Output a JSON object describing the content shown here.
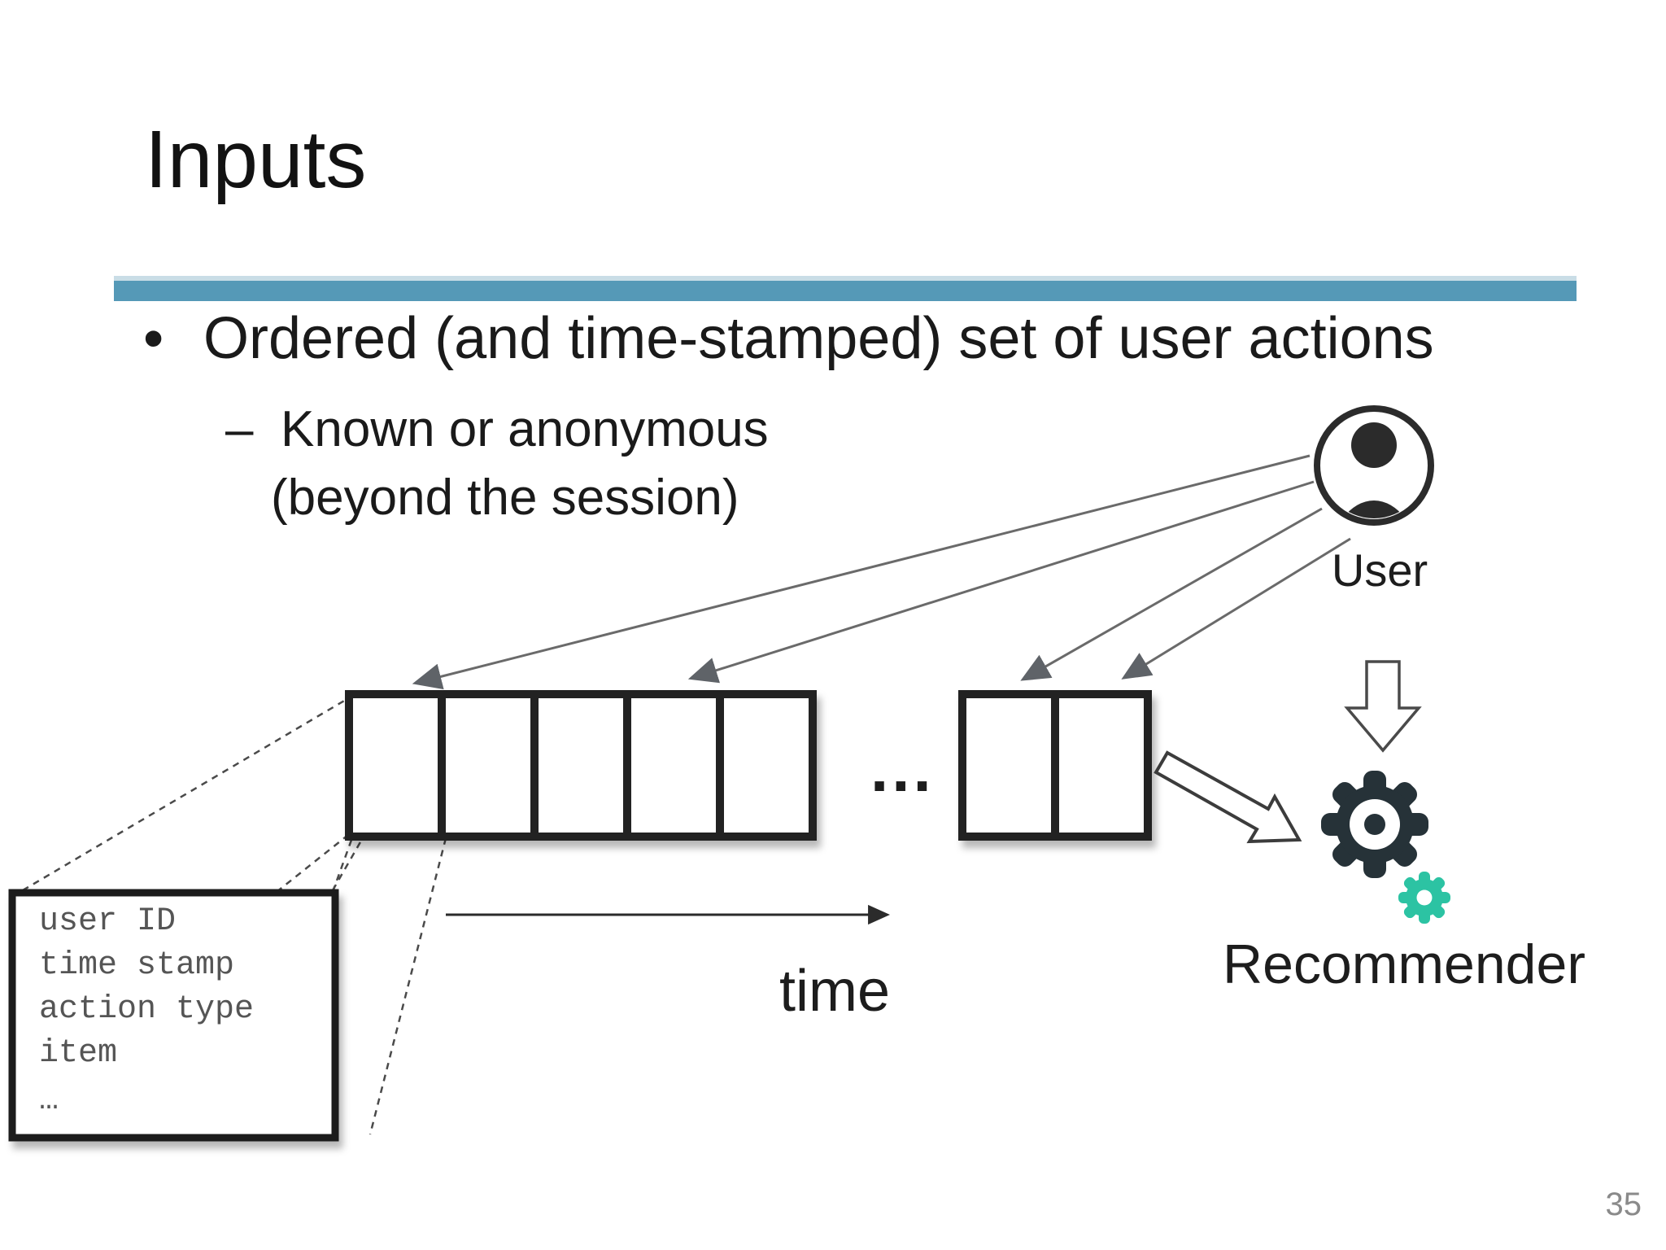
{
  "slide": {
    "title": "Inputs",
    "bullet_marker": "•",
    "bullet_text": "Ordered (and time-stamped) set of user actions",
    "sub_bullet_dash": "–",
    "sub_bullet_line1": "Known or anonymous",
    "sub_bullet_line2": "(beyond the session)",
    "page_number": "35"
  },
  "diagram": {
    "user_label": "User",
    "time_label": "time",
    "recommender_label": "Recommender",
    "ellipsis": "...",
    "record_box": {
      "lines": [
        "user ID",
        "time stamp",
        "action type",
        "item",
        "…"
      ]
    },
    "colors": {
      "divider_blue": "#5599b7",
      "divider_blue_light": "#c9dde6",
      "box_border_dark": "#212121",
      "gear_dark": "#263238",
      "gear_teal": "#2cc3a3",
      "thin_arrow_gray": "#6a6a6a",
      "record_text_gray": "#555555",
      "page_number_gray": "#8a8a8a"
    }
  }
}
